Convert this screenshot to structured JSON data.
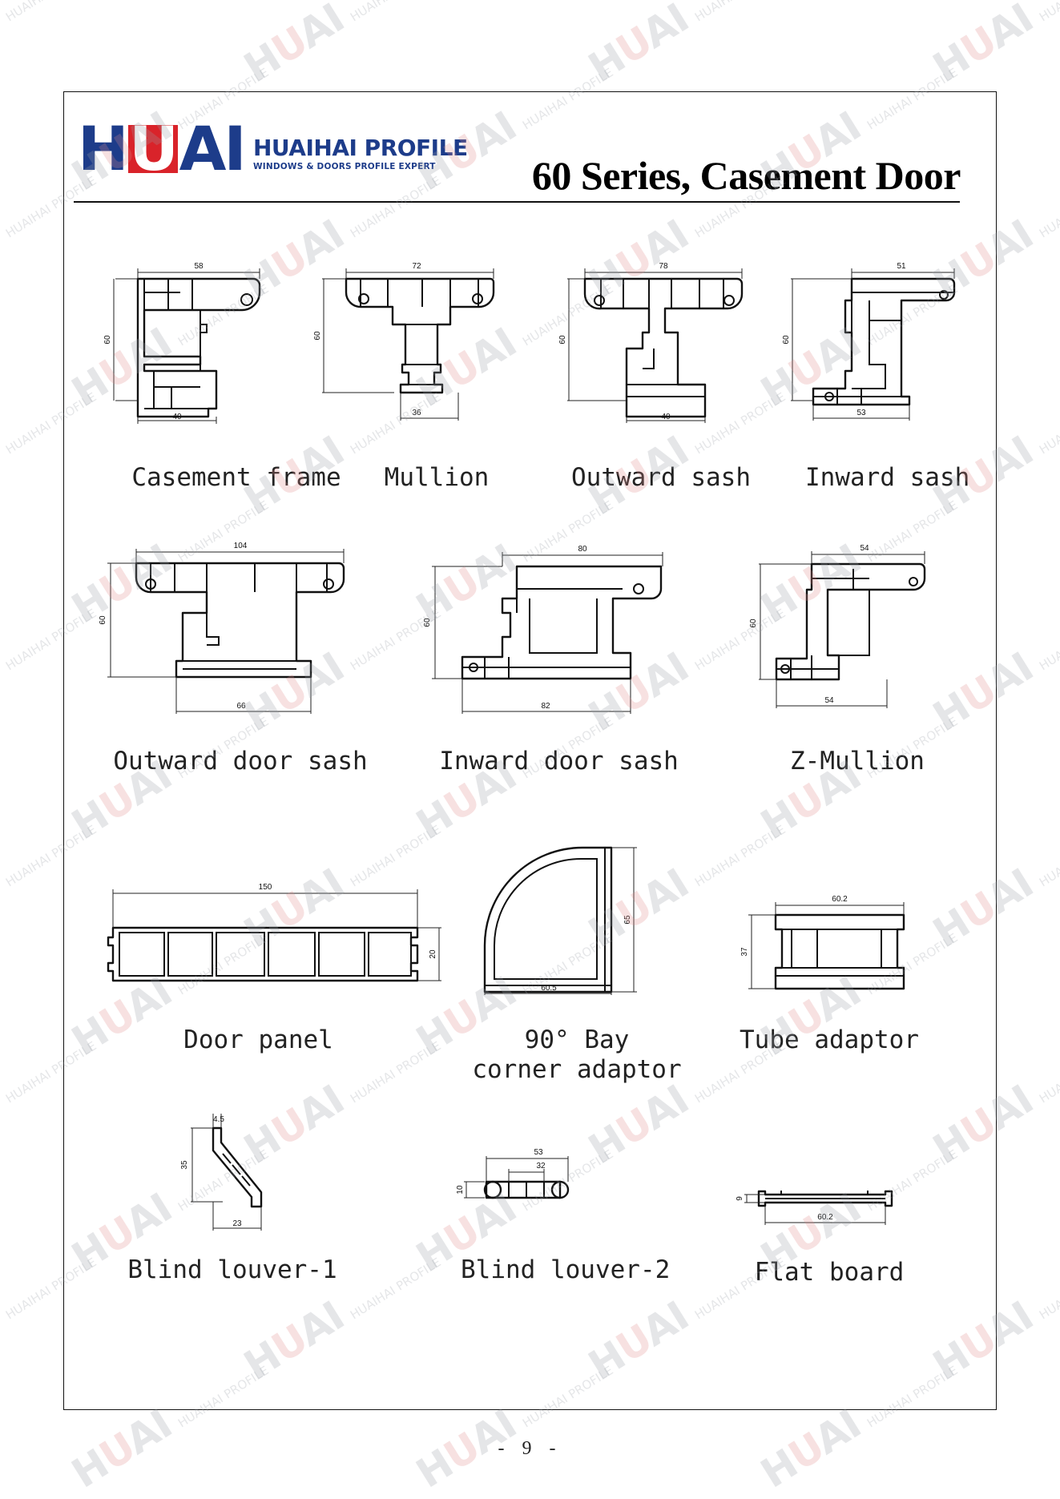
{
  "header": {
    "logo_text": "HUAI",
    "brand_name": "HUAIHAI PROFILE",
    "brand_tagline": "WINDOWS & DOORS PROFILE EXPERT",
    "title": "60 Series, Casement Door"
  },
  "watermark": {
    "logo": "HUAI",
    "text": "HUAIHAI PROFILE"
  },
  "profiles": [
    {
      "caption": "Casement frame",
      "dims": [
        "58",
        "60",
        "40"
      ]
    },
    {
      "caption": "Mullion",
      "dims": [
        "72",
        "60",
        "36"
      ]
    },
    {
      "caption": "Outward sash",
      "dims": [
        "78",
        "60",
        "40"
      ]
    },
    {
      "caption": "Inward sash",
      "dims": [
        "51",
        "60",
        "53"
      ]
    },
    {
      "caption": "Outward door sash",
      "dims": [
        "104",
        "60",
        "66"
      ]
    },
    {
      "caption": "Inward door sash",
      "dims": [
        "80",
        "60",
        "82"
      ]
    },
    {
      "caption": "Z-Mullion",
      "dims": [
        "54",
        "60",
        "54"
      ]
    },
    {
      "caption": "Door panel",
      "dims": [
        "150",
        "20"
      ]
    },
    {
      "caption_lines": [
        "90° Bay",
        "corner adaptor"
      ],
      "dims": [
        "65",
        "60.5"
      ]
    },
    {
      "caption": "Tube adaptor",
      "dims": [
        "60.2",
        "37"
      ]
    },
    {
      "caption": "Blind louver-1",
      "dims": [
        "4.5",
        "35",
        "23"
      ]
    },
    {
      "caption": "Blind louver-2",
      "dims": [
        "53",
        "32",
        "10"
      ]
    },
    {
      "caption": "Flat board",
      "dims": [
        "9",
        "60.2"
      ]
    }
  ],
  "page_number": "- 9 -"
}
